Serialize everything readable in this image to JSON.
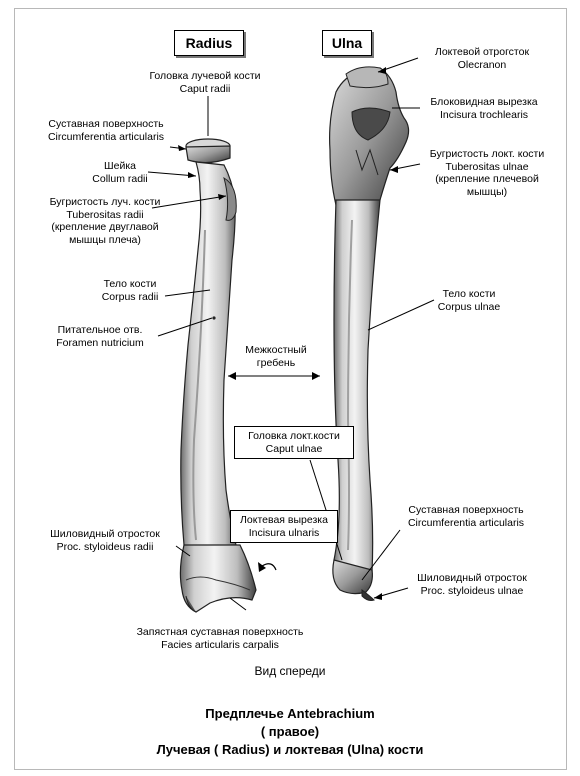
{
  "bones": {
    "radius": "Radius",
    "ulna": "Ulna"
  },
  "labels": {
    "caput_radii": [
      "Головка лучевой кости",
      "Caput radii"
    ],
    "circumferentia_radii": [
      "Суставная поверхность",
      "Circumferentia articularis"
    ],
    "collum_radii": [
      "Шейка",
      "Collum radii"
    ],
    "tuberositas_radii": [
      "Бугристость луч. кости",
      "Tuberositas radii",
      "(крепление двуглавой",
      "мышцы плеча)"
    ],
    "corpus_radii": [
      "Тело кости",
      "Corpus radii"
    ],
    "foramen_nutricium": [
      "Питательное отв.",
      "Foramen nutricium"
    ],
    "margo_interossea": [
      "Межкостный",
      "гребень"
    ],
    "styloideus_radii": [
      "Шиловидный отросток",
      "Proc. styloideus radii"
    ],
    "facies_carpalis": [
      "Запястная суставная поверхность",
      "Facies articularis carpalis"
    ],
    "olecranon": [
      "Локтевой отрогсток",
      "Olecranon"
    ],
    "incisura_trochlearis": [
      "Блоковидная вырезка",
      "Incisura trochlearis"
    ],
    "tuberositas_ulnae": [
      "Бугристость локт. кости",
      "Tuberositas ulnae",
      "(крепление плечевой",
      "мышцы)"
    ],
    "corpus_ulnae": [
      "Тело кости",
      "Corpus ulnae"
    ],
    "caput_ulnae": [
      "Головка локт.кости",
      "Caput ulnae"
    ],
    "incisura_ulnaris": [
      "Локтевая вырезка",
      "Incisura ulnaris"
    ],
    "circumferentia_ulnae": [
      "Суставная поверхность",
      "Circumferentia articularis"
    ],
    "styloideus_ulnae": [
      "Шиловидный отросток",
      "Proc. styloideus ulnae"
    ]
  },
  "view": "Вид спереди",
  "caption": [
    "Предплечье  Antebrachium",
    "( правое)",
    "Лучевая ( Radius) и локтевая (Ulna) кости"
  ]
}
